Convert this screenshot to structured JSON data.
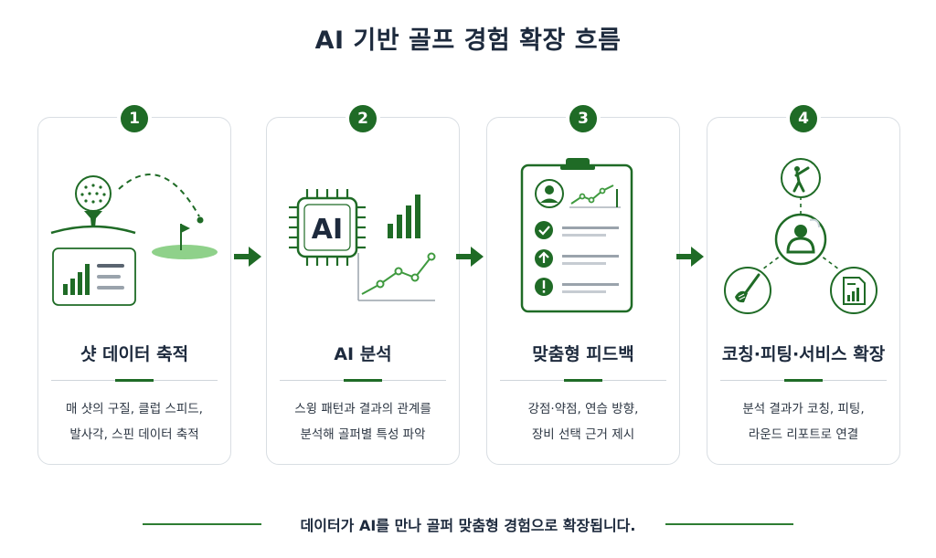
{
  "title": "AI 기반 골프 경험 확장 흐름",
  "colors": {
    "accent": "#1f6b26",
    "accent_light": "#8fd18a",
    "border": "#d9dee3",
    "text": "#1d2a3d"
  },
  "steps": [
    {
      "number": "1",
      "title": "샷 데이터 축적",
      "desc": [
        "매 샷의 구질, 클럽 스피드,",
        "발사각, 스핀 데이터 축적"
      ],
      "icon": "golf-ball-trajectory-icon"
    },
    {
      "number": "2",
      "title": "AI 분석",
      "desc": [
        "스윙 패턴과 결과의 관계를",
        "분석해 골퍼별 특성 파악"
      ],
      "icon": "ai-chip-icon",
      "chip_label": "AI"
    },
    {
      "number": "3",
      "title": "맞춤형 피드백",
      "desc": [
        "강점·약점, 연습 방향,",
        "장비 선택 근거 제시"
      ],
      "icon": "clipboard-feedback-icon"
    },
    {
      "number": "4",
      "title": "코칭·피팅·서비스 확장",
      "desc": [
        "분석 결과가 코칭, 피팅,",
        "라운드 리포트로 연결"
      ],
      "icon": "service-network-icon"
    }
  ],
  "footer": "데이터가 AI를 만나 골퍼 맞춤형 경험으로 확장됩니다."
}
